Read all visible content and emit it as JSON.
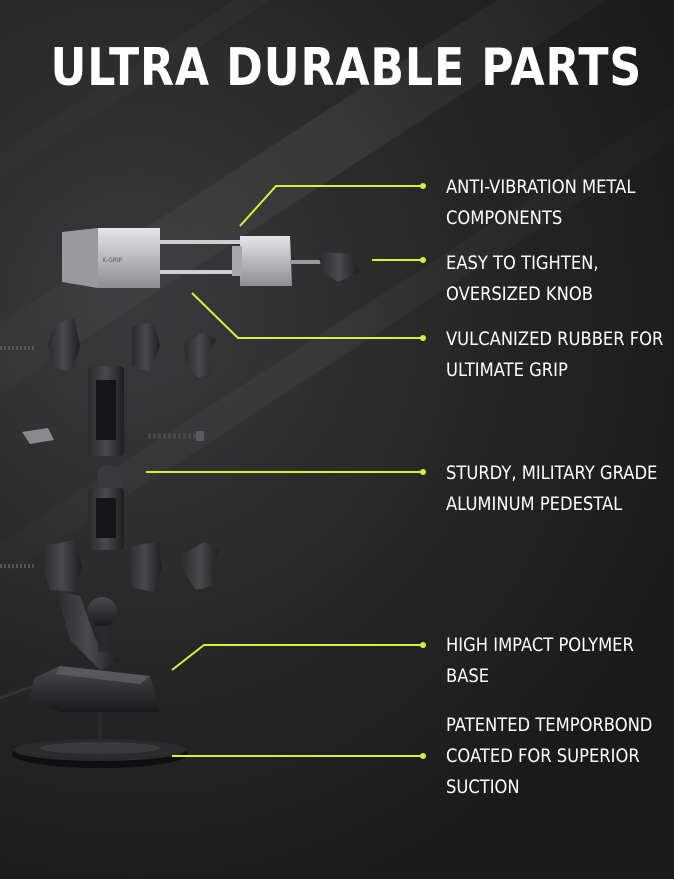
{
  "title": "ULTRA DURABLE PARTS",
  "logo_text": "X-GRIP",
  "accent_color": "#d8f03a",
  "callouts": [
    {
      "line1": "ANTI-VIBRATION METAL",
      "line2": "COMPONENTS"
    },
    {
      "line1": "EASY TO TIGHTEN,",
      "line2": "OVERSIZED KNOB"
    },
    {
      "line1": "VULCANIZED RUBBER FOR",
      "line2": "ULTIMATE GRIP"
    },
    {
      "line1": "STURDY, MILITARY GRADE",
      "line2": "ALUMINUM PEDESTAL"
    },
    {
      "line1": "HIGH IMPACT POLYMER",
      "line2": "BASE"
    },
    {
      "line1": "PATENTED TEMPORBOND",
      "line2": "COATED FOR SUPERIOR",
      "line3": "SUCTION"
    }
  ]
}
